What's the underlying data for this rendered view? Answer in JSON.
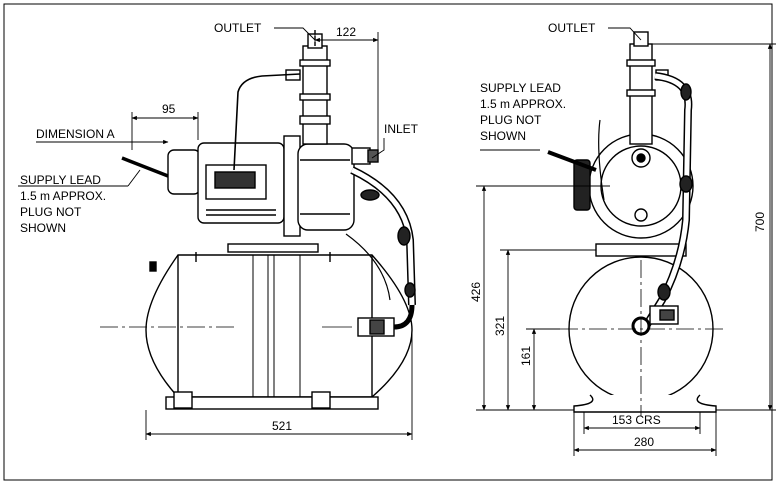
{
  "side_view": {
    "outlet_label": "OUTLET",
    "inlet_label": "INLET",
    "dim_122": "122",
    "dim_95": "95",
    "dimension_a_label": "DIMENSION A",
    "supply_lead_lines": [
      "SUPPLY LEAD",
      "1.5 m APPROX.",
      "PLUG NOT",
      "SHOWN"
    ],
    "dim_521": "521"
  },
  "front_view": {
    "outlet_label": "OUTLET",
    "supply_lead_lines": [
      "SUPPLY LEAD",
      "1.5 m APPROX.",
      "PLUG NOT",
      "SHOWN"
    ],
    "dim_700": "700",
    "dim_426": "426",
    "dim_321": "321",
    "dim_161": "161",
    "dim_153": "153 CRS",
    "dim_280": "280"
  }
}
